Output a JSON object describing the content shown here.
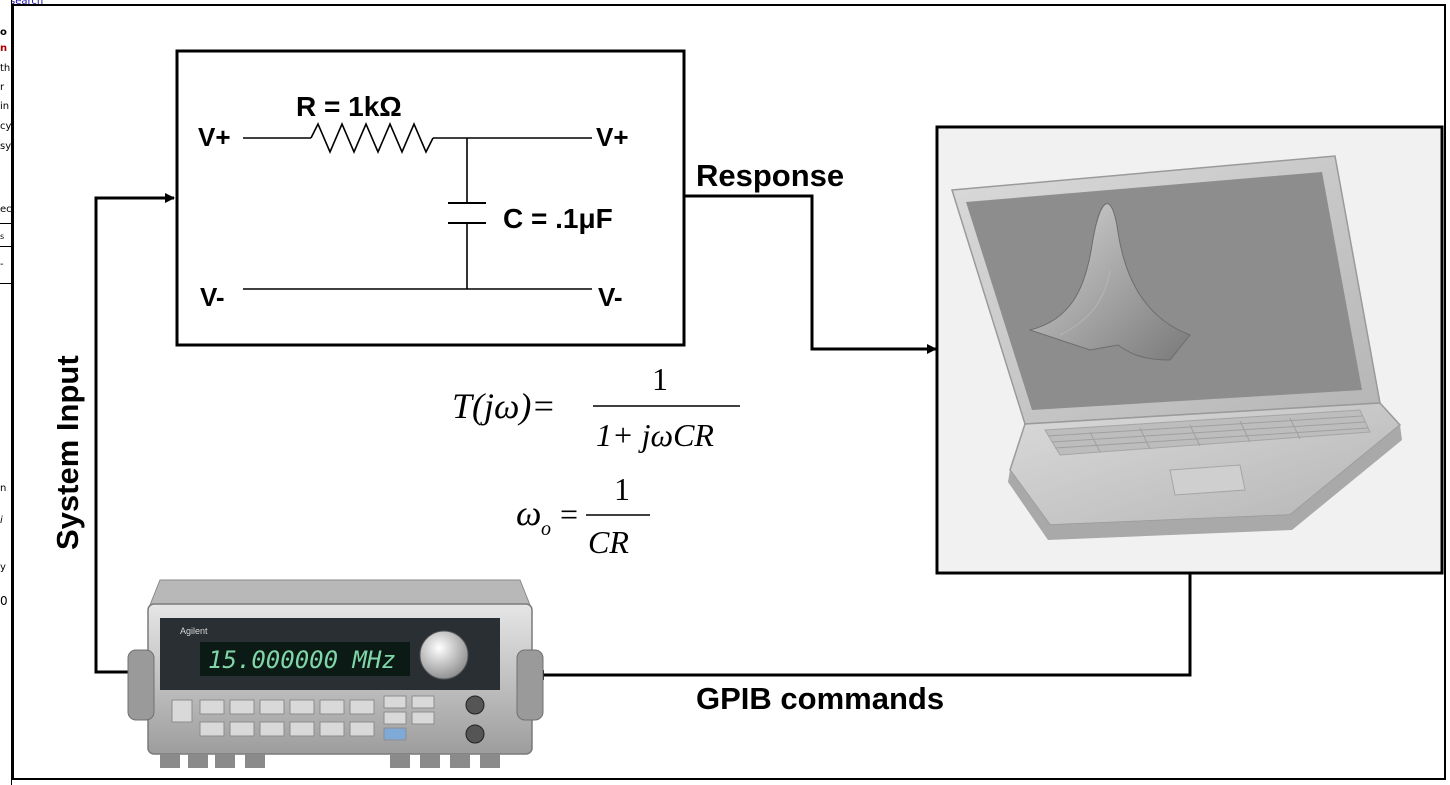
{
  "top_link": "research",
  "left_strip_fragments": [
    "o",
    "n",
    "th",
    "r",
    "in",
    "cy",
    "sy",
    "ec",
    "s",
    "-",
    "n",
    "i",
    "y",
    "0"
  ],
  "circuit": {
    "vplus_left": "V+",
    "vplus_right": "V+",
    "vminus_left": "V-",
    "vminus_right": "V-",
    "resistor_label": "R = 1kΩ",
    "capacitor_label": "C = .1μF"
  },
  "labels": {
    "response": "Response",
    "system_input": "System Input",
    "gpib": "GPIB commands"
  },
  "equations": {
    "transfer_lhs": "T(jω)=",
    "transfer_num": "1",
    "transfer_den": "1+ jωCR",
    "omega_lhs": "ω",
    "omega_sub": "o",
    "omega_eq": "=",
    "omega_num": "1",
    "omega_den": "CR"
  },
  "instrument": {
    "brand": "Agilent",
    "display": "15.000000 MHz"
  },
  "colors": {
    "display_bg": "#0b1a14",
    "display_text": "#7fd6a8",
    "screen_bg": "#8d8d8d",
    "laptop_body": "#c9c9c9"
  }
}
